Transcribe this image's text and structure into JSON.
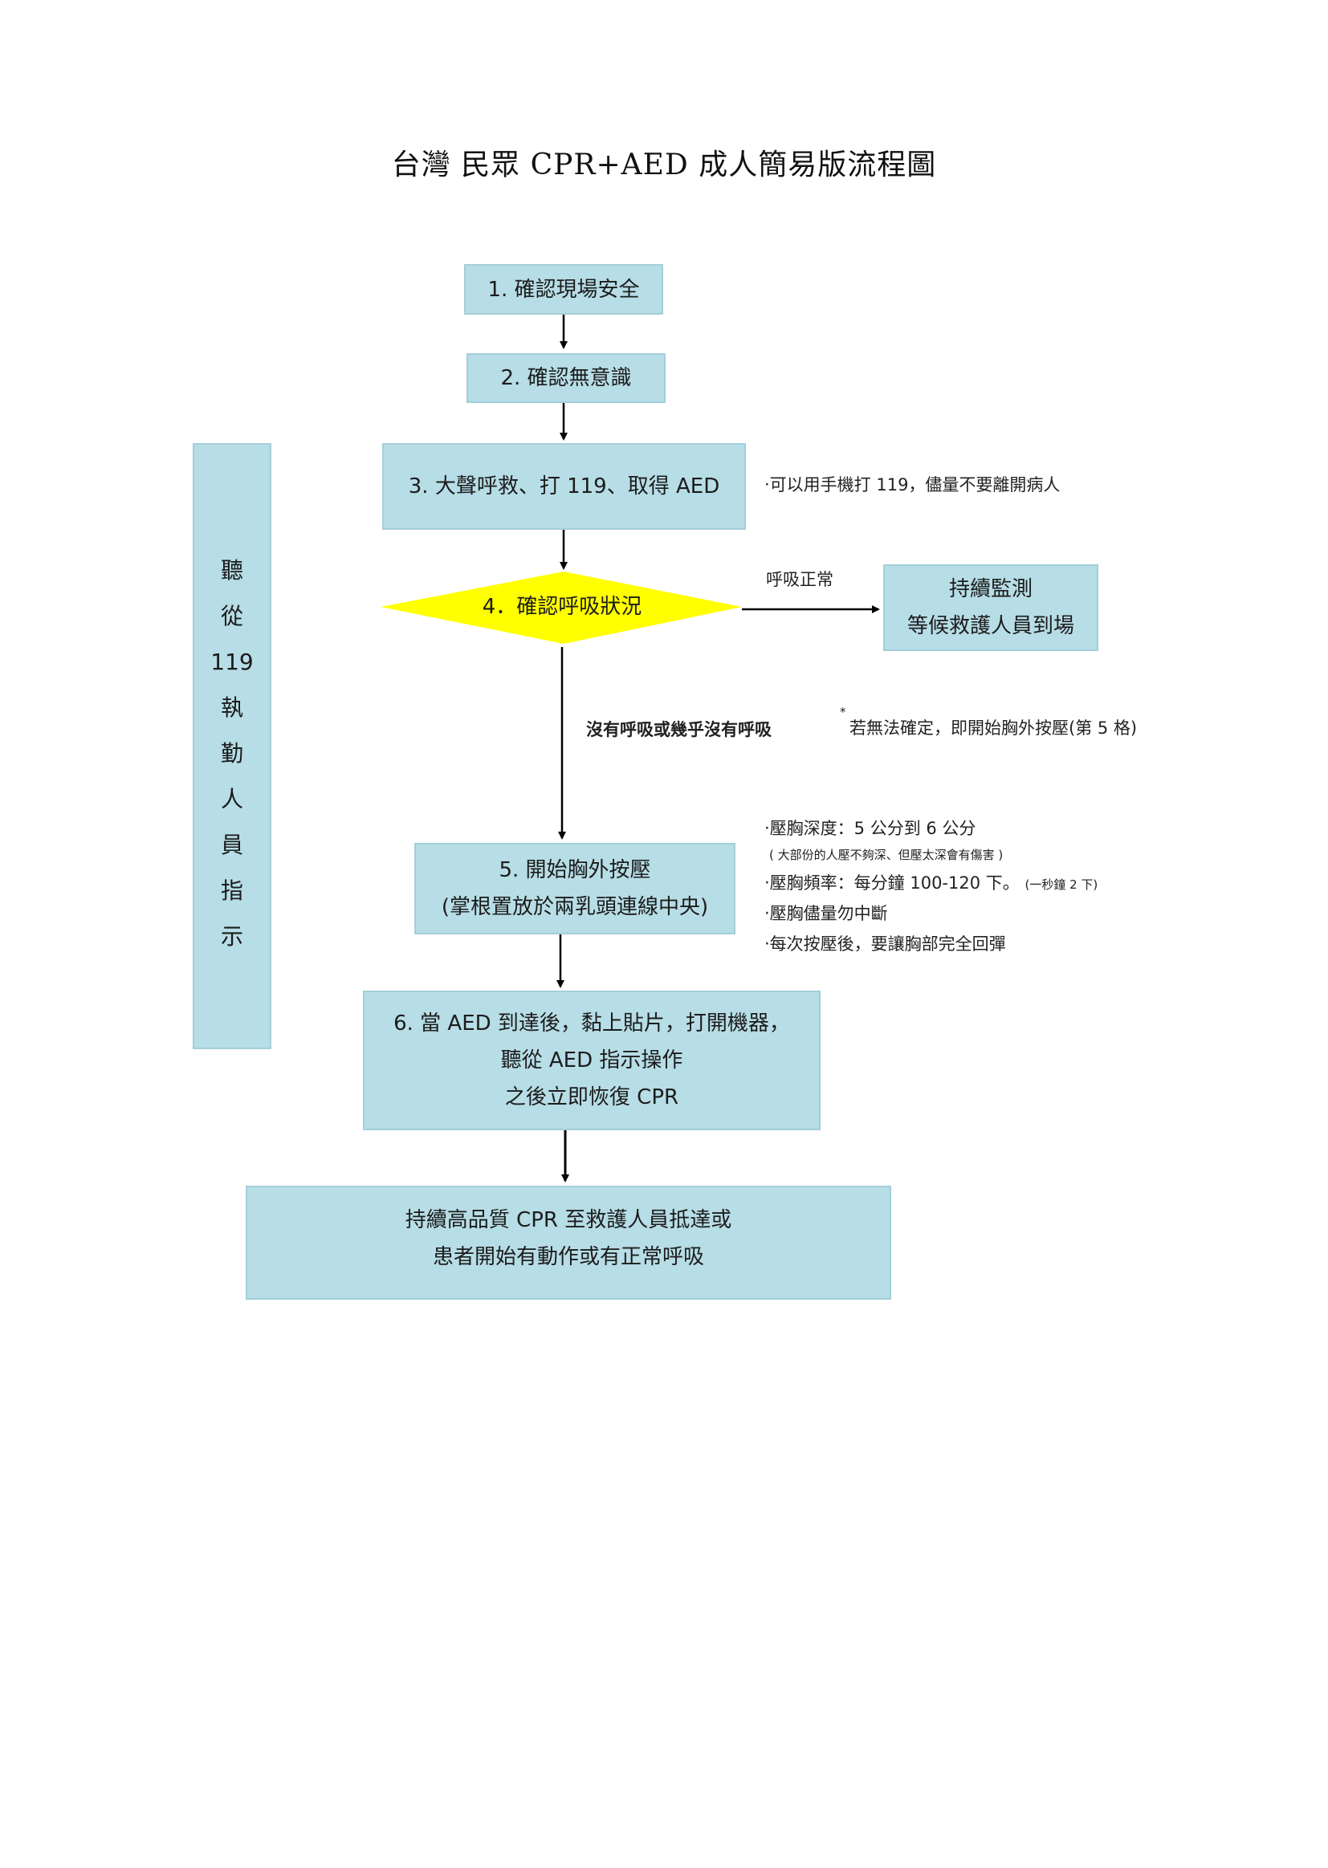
{
  "title": "台灣 民眾 CPR+AED 成人簡易版流程圖",
  "steps": {
    "s1": "1. 確認現場安全",
    "s2": "2. 確認無意識",
    "s3": "3. 大聲呼救、打 119、取得 AED",
    "s4": "4．確認呼吸狀況",
    "monitor": [
      "持續監測",
      "等候救護人員到場"
    ],
    "s5": [
      "5. 開始胸外按壓",
      "(掌根置放於兩乳頭連線中央)"
    ],
    "s6": [
      "6. 當 AED 到達後，黏上貼片，打開機器，",
      "聽從 AED 指示操作",
      "之後立即恢復 CPR"
    ],
    "final": [
      "持續高品質 CPR 至救護人員抵達或",
      "患者開始有動作或有正常呼吸"
    ]
  },
  "side_label": [
    "聽",
    "從",
    "119",
    "執",
    "勤",
    "人",
    "員",
    "指",
    "示"
  ],
  "notes": {
    "phone": "‧可以用手機打 119，儘量不要離開病人",
    "normal_breathing": "呼吸正常",
    "no_breathing": "沒有呼吸或幾乎沒有呼吸",
    "unsure_star": "*",
    "unsure": "若無法確定，即開始胸外按壓(第 5 格)",
    "depth": "‧壓胸深度：5 公分到 6 公分",
    "depth_sub": "( 大部份的人壓不夠深、但壓太深會有傷害 )",
    "rate": "‧壓胸頻率：每分鐘 100-120 下。",
    "rate_sub": "(一秒鐘 2 下)",
    "no_interrupt": "‧壓胸儘量勿中斷",
    "recoil": "‧每次按壓後，要讓胸部完全回彈"
  },
  "colors": {
    "box_fill": "#b7dde6",
    "diamond_fill": "#ffff00",
    "arrow": "#000000"
  }
}
